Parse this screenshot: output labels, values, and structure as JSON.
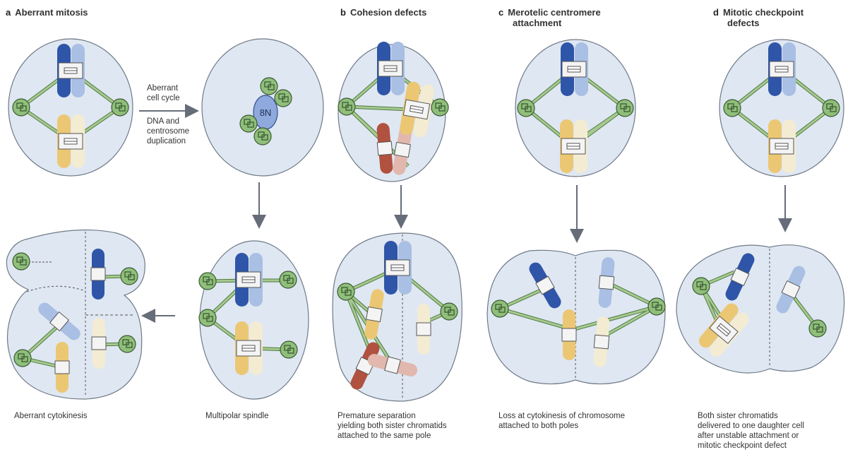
{
  "panels": {
    "a": {
      "letter": "a",
      "title": "Aberrant mitosis"
    },
    "b": {
      "letter": "b",
      "title": "Cohesion defects"
    },
    "c": {
      "letter": "c",
      "title_line1": "Merotelic centromere",
      "title_line2": "attachment"
    },
    "d": {
      "letter": "d",
      "title_line1": "Mitotic checkpoint",
      "title_line2": "defects"
    }
  },
  "labels": {
    "arrow_top": "Aberrant\ncell cycle",
    "arrow_bottom": "DNA and\ncentrosome\nduplication",
    "nucleus": "8N"
  },
  "captions": {
    "aberrant_cytokinesis": "Aberrant cytokinesis",
    "multipolar": "Multipolar spindle",
    "premature": "Premature separation\nyielding both sister chromatids\nattached to the same pole",
    "loss": "Loss at cytokinesis of chromosome\nattached to both poles",
    "both_sister": "Both sister chromatids\ndelivered to one daughter cell\nafter unstable attachment or\nmitotic checkpoint defect"
  },
  "colors": {
    "cell_fill": "#dfe7f2",
    "cell_stroke": "#6f7a88",
    "spindle": "#7fa86a",
    "centrosome": "#8fbf7a",
    "dark_blue": "#2f55a8",
    "light_blue": "#a9bfe3",
    "yellow": "#ecc773",
    "cream": "#f3ecd3",
    "red": "#b0523f",
    "pink": "#e2b7ad",
    "arrow": "#666d78"
  }
}
